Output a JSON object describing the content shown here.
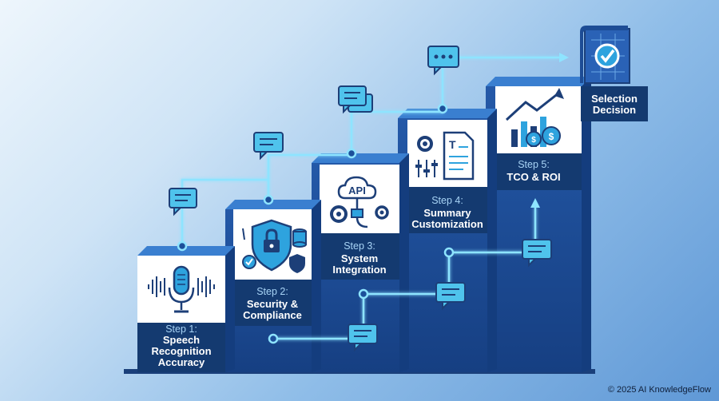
{
  "steps": [
    {
      "step_label": "Step 1:",
      "title_lines": [
        "Speech",
        "Recognition",
        "Accuracy"
      ],
      "icon": "microphone-icon"
    },
    {
      "step_label": "Step 2:",
      "title_lines": [
        "Security &",
        "Compliance"
      ],
      "icon": "shield-lock-icon"
    },
    {
      "step_label": "Step 3:",
      "title_lines": [
        "System",
        "Integration"
      ],
      "icon": "api-cloud-icon",
      "icon_text": "API"
    },
    {
      "step_label": "Step 4:",
      "title_lines": [
        "Summary",
        "Customization"
      ],
      "icon": "document-settings-icon",
      "icon_text": "T"
    },
    {
      "step_label": "Step 5:",
      "title_lines": [
        "TCO & ROI"
      ],
      "icon": "growth-chart-icon",
      "icon_text": "$"
    }
  ],
  "final": {
    "title_lines": [
      "Selection",
      "Decision"
    ],
    "icon": "checklist-blueprint-icon"
  },
  "footer": {
    "copyright": "© 2025 AI KnowledgeFlow"
  },
  "colors": {
    "step_front": "#1c4f9a",
    "step_top": "#2f6fc0",
    "step_side": "#143d7e",
    "label_band": "#143a70",
    "connector": "#8ee4ff",
    "icon_dark": "#1d3f78",
    "icon_accent": "#2ea3de",
    "bubble": "#4fc3ec"
  }
}
